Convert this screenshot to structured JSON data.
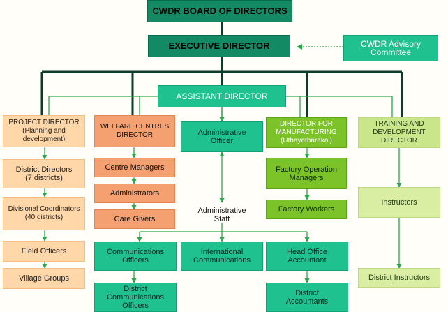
{
  "board": "CWDR BOARD OF DIRECTORS",
  "executive": "EXECUTIVE DIRECTOR",
  "advisory": "CWDR Advisory\nCommittee",
  "assistant": "ASSISTANT DIRECTOR",
  "project_director": "PROJECT DIRECTOR\n(Planning and\ndevelopment)",
  "district_directors": "District Directors\n(7 districts)",
  "divisional_coordinators": "Divisional Coordinators\n(40 districts)",
  "field_officers": "Field Officers",
  "village_groups": "Village Groups",
  "welfare_director": "WELFARE CENTRES\nDIRECTOR",
  "centre_managers": "Centre Managers",
  "administrators": "Administrators",
  "care_givers": "Care Givers",
  "administrative_officer": "Administrative\nOfficer",
  "administrative_staff": "Administrative\nStaff",
  "director_manufacturing": "DIRECTOR FOR\nMANUFACTURING\n(Uthayatharakai)",
  "factory_operation_managers": "Factory Operation\nManagers",
  "factory_workers": "Factory Workers",
  "training_director": "TRAINING AND\nDEVELOPMENT\nDIRECTOR",
  "instructors": "Instructors",
  "district_instructors": "District Instructors",
  "communications_officers": "Communications\nOfficers",
  "international_communications": "International\nCommunications",
  "head_office_accountant": "Head Office\nAccountant",
  "district_communications_officers": "District\nCommunications\nOfficers",
  "district_accountants": "District\nAccountants",
  "colors": {
    "dark_green": "#138a63",
    "green": "#1fc28e",
    "peach": "#ffd7a8",
    "orange": "#f5a071",
    "lime": "#7cc32a",
    "pale_green": "#d9eea3",
    "line_dark": "#0b3d2a"
  }
}
